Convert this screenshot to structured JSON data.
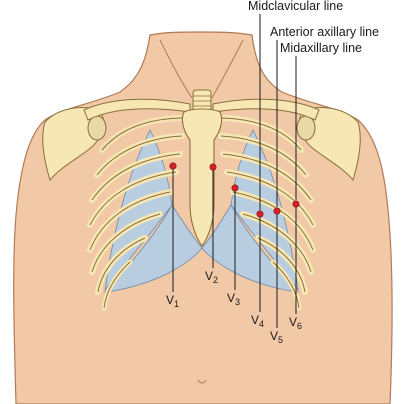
{
  "labels": {
    "midclavicular": "Midclavicular line",
    "anterior_axillary": "Anterior axillary line",
    "midaxillary": "Midaxillary line"
  },
  "leads": [
    {
      "id": "v1",
      "letter": "V",
      "sub": "1"
    },
    {
      "id": "v2",
      "letter": "V",
      "sub": "2"
    },
    {
      "id": "v3",
      "letter": "V",
      "sub": "3"
    },
    {
      "id": "v4",
      "letter": "V",
      "sub": "4"
    },
    {
      "id": "v5",
      "letter": "V",
      "sub": "5"
    },
    {
      "id": "v6",
      "letter": "V",
      "sub": "6"
    }
  ],
  "colors": {
    "skin": "#f2c9a6",
    "skin_outline": "#b07a58",
    "bone": "#f7e7b4",
    "bone_outline": "#8a6f3a",
    "cartilage": "#b9cde0",
    "electrode": "#d8212a",
    "line": "#1a1a1a"
  }
}
